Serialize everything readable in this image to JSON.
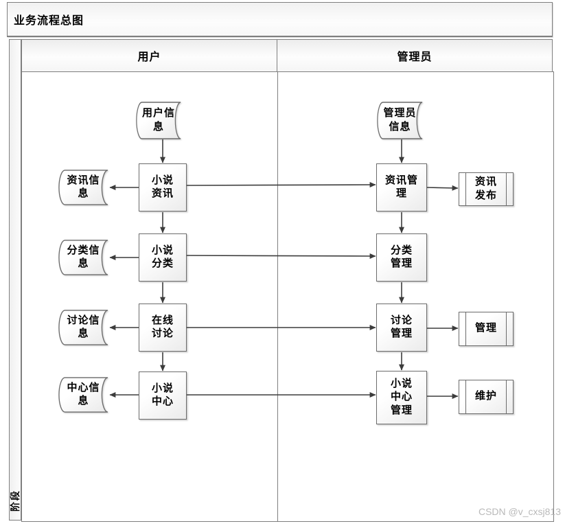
{
  "title": "业务流程总图",
  "phase_label": "阶段",
  "lanes": {
    "user": "用户",
    "admin": "管理员"
  },
  "nodes": {
    "user_info": "用户信\n息",
    "news_info": "资讯信\n息",
    "novel_news": "小说\n资讯",
    "category_info": "分类信\n息",
    "novel_category": "小说\n分类",
    "discussion_info": "讨论信\n息",
    "online_discussion": "在线\n讨论",
    "center_info": "中心信\n息",
    "novel_center": "小说\n中心",
    "admin_info": "管理员\n信息",
    "news_management": "资讯管\n理",
    "news_publish": "资讯\n发布",
    "category_management": "分类\n管理",
    "discussion_management": "讨论\n管理",
    "manage": "管理",
    "novel_center_management": "小说\n中心\n管理",
    "maintain": "维护"
  },
  "watermark": "CSDN @v_cxsj813"
}
